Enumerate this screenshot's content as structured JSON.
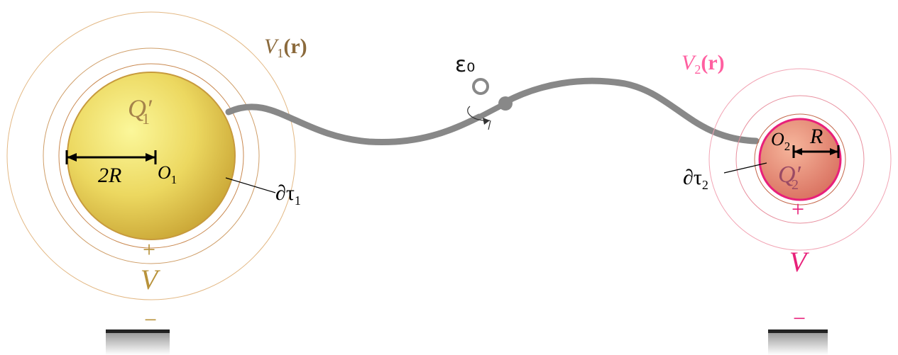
{
  "sphere1": {
    "potential_symbol": "V",
    "potential_sub": "1",
    "potential_arg": "(r)",
    "charge_symbol": "Q′",
    "charge_sub": "1",
    "radius_label": "2R",
    "center_symbol": "O",
    "center_sub": "1",
    "boundary_symbol": "∂τ",
    "boundary_sub": "1",
    "plus": "+",
    "voltage": "V",
    "minus": "−",
    "color": "#b8923a",
    "fill": "#e4cf55"
  },
  "sphere2": {
    "potential_symbol": "V",
    "potential_sub": "2",
    "potential_arg": "(r)",
    "charge_symbol": "Q′",
    "charge_sub": "2",
    "radius_label": "R",
    "center_symbol": "O",
    "center_sub": "2",
    "boundary_symbol": "∂τ",
    "boundary_sub": "2",
    "plus": "+",
    "voltage": "V",
    "minus": "−",
    "color": "#e8207a",
    "fill": "#e8877a"
  },
  "wire": {
    "switch_label": "ε₀",
    "color": "#888888"
  }
}
